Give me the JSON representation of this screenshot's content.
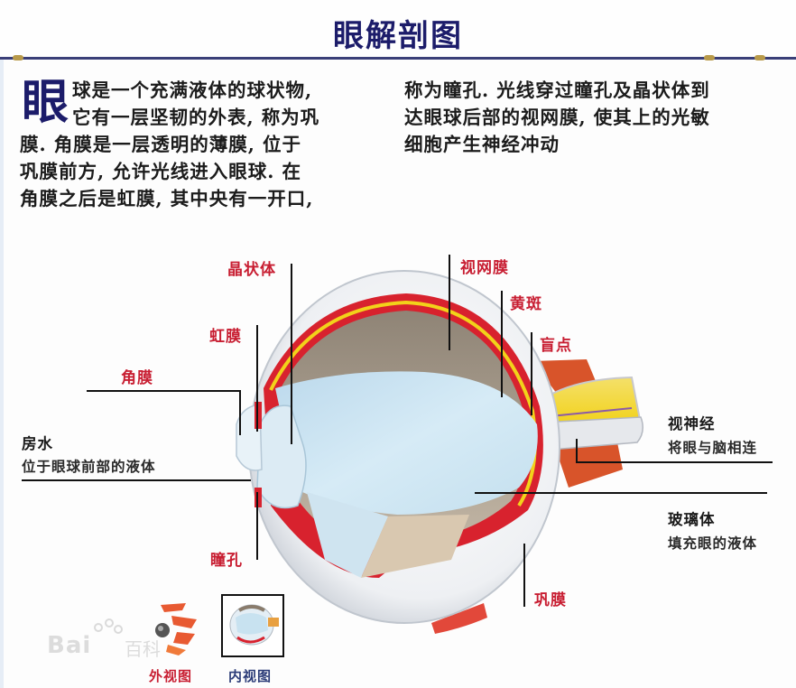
{
  "header": {
    "title": "眼解剖图"
  },
  "intro": {
    "dropcap": "眼",
    "col1_lines": [
      "球是一个充满液体的球状物,",
      "它有一层坚韧的外表, 称为巩",
      "膜. 角膜是一层透明的薄膜, 位于",
      "巩膜前方, 允许光线进入眼球. 在",
      "角膜之后是虹膜, 其中央有一开口,"
    ],
    "col2_lines": [
      "称为瞳孔. 光线穿过瞳孔及晶状体到",
      "达眼球后部的视网膜, 使其上的光敏",
      "细胞产生神经冲动"
    ]
  },
  "diagram": {
    "labels": {
      "lens": "晶状体",
      "iris": "虹膜",
      "cornea": "角膜",
      "aqueous_humor": "房水",
      "aqueous_humor_desc": "位于眼球前部的液体",
      "pupil": "瞳孔",
      "retina": "视网膜",
      "macula": "黄斑",
      "blind_spot": "盲点",
      "optic_nerve": "视神经",
      "optic_nerve_desc": "将眼与脑相连",
      "vitreous_body": "玻璃体",
      "vitreous_body_desc": "填充眼的液体",
      "sclera": "巩膜"
    },
    "colors": {
      "title": "#1c1c6a",
      "label_red": "#c81e32",
      "choroid_red": "#d8222e",
      "retina_yellow": "#f2d21a",
      "vitreous_blue": "#cfe6f3",
      "sclera_white": "#eef0f2",
      "retina_tan": "#a59a8c",
      "muscle_orange": "#d8542a"
    }
  },
  "thumbnails": [
    {
      "caption": "外视图",
      "selected": false
    },
    {
      "caption": "内视图",
      "selected": true
    }
  ],
  "watermark": {
    "latin": "Bai",
    "cn": "百科"
  }
}
